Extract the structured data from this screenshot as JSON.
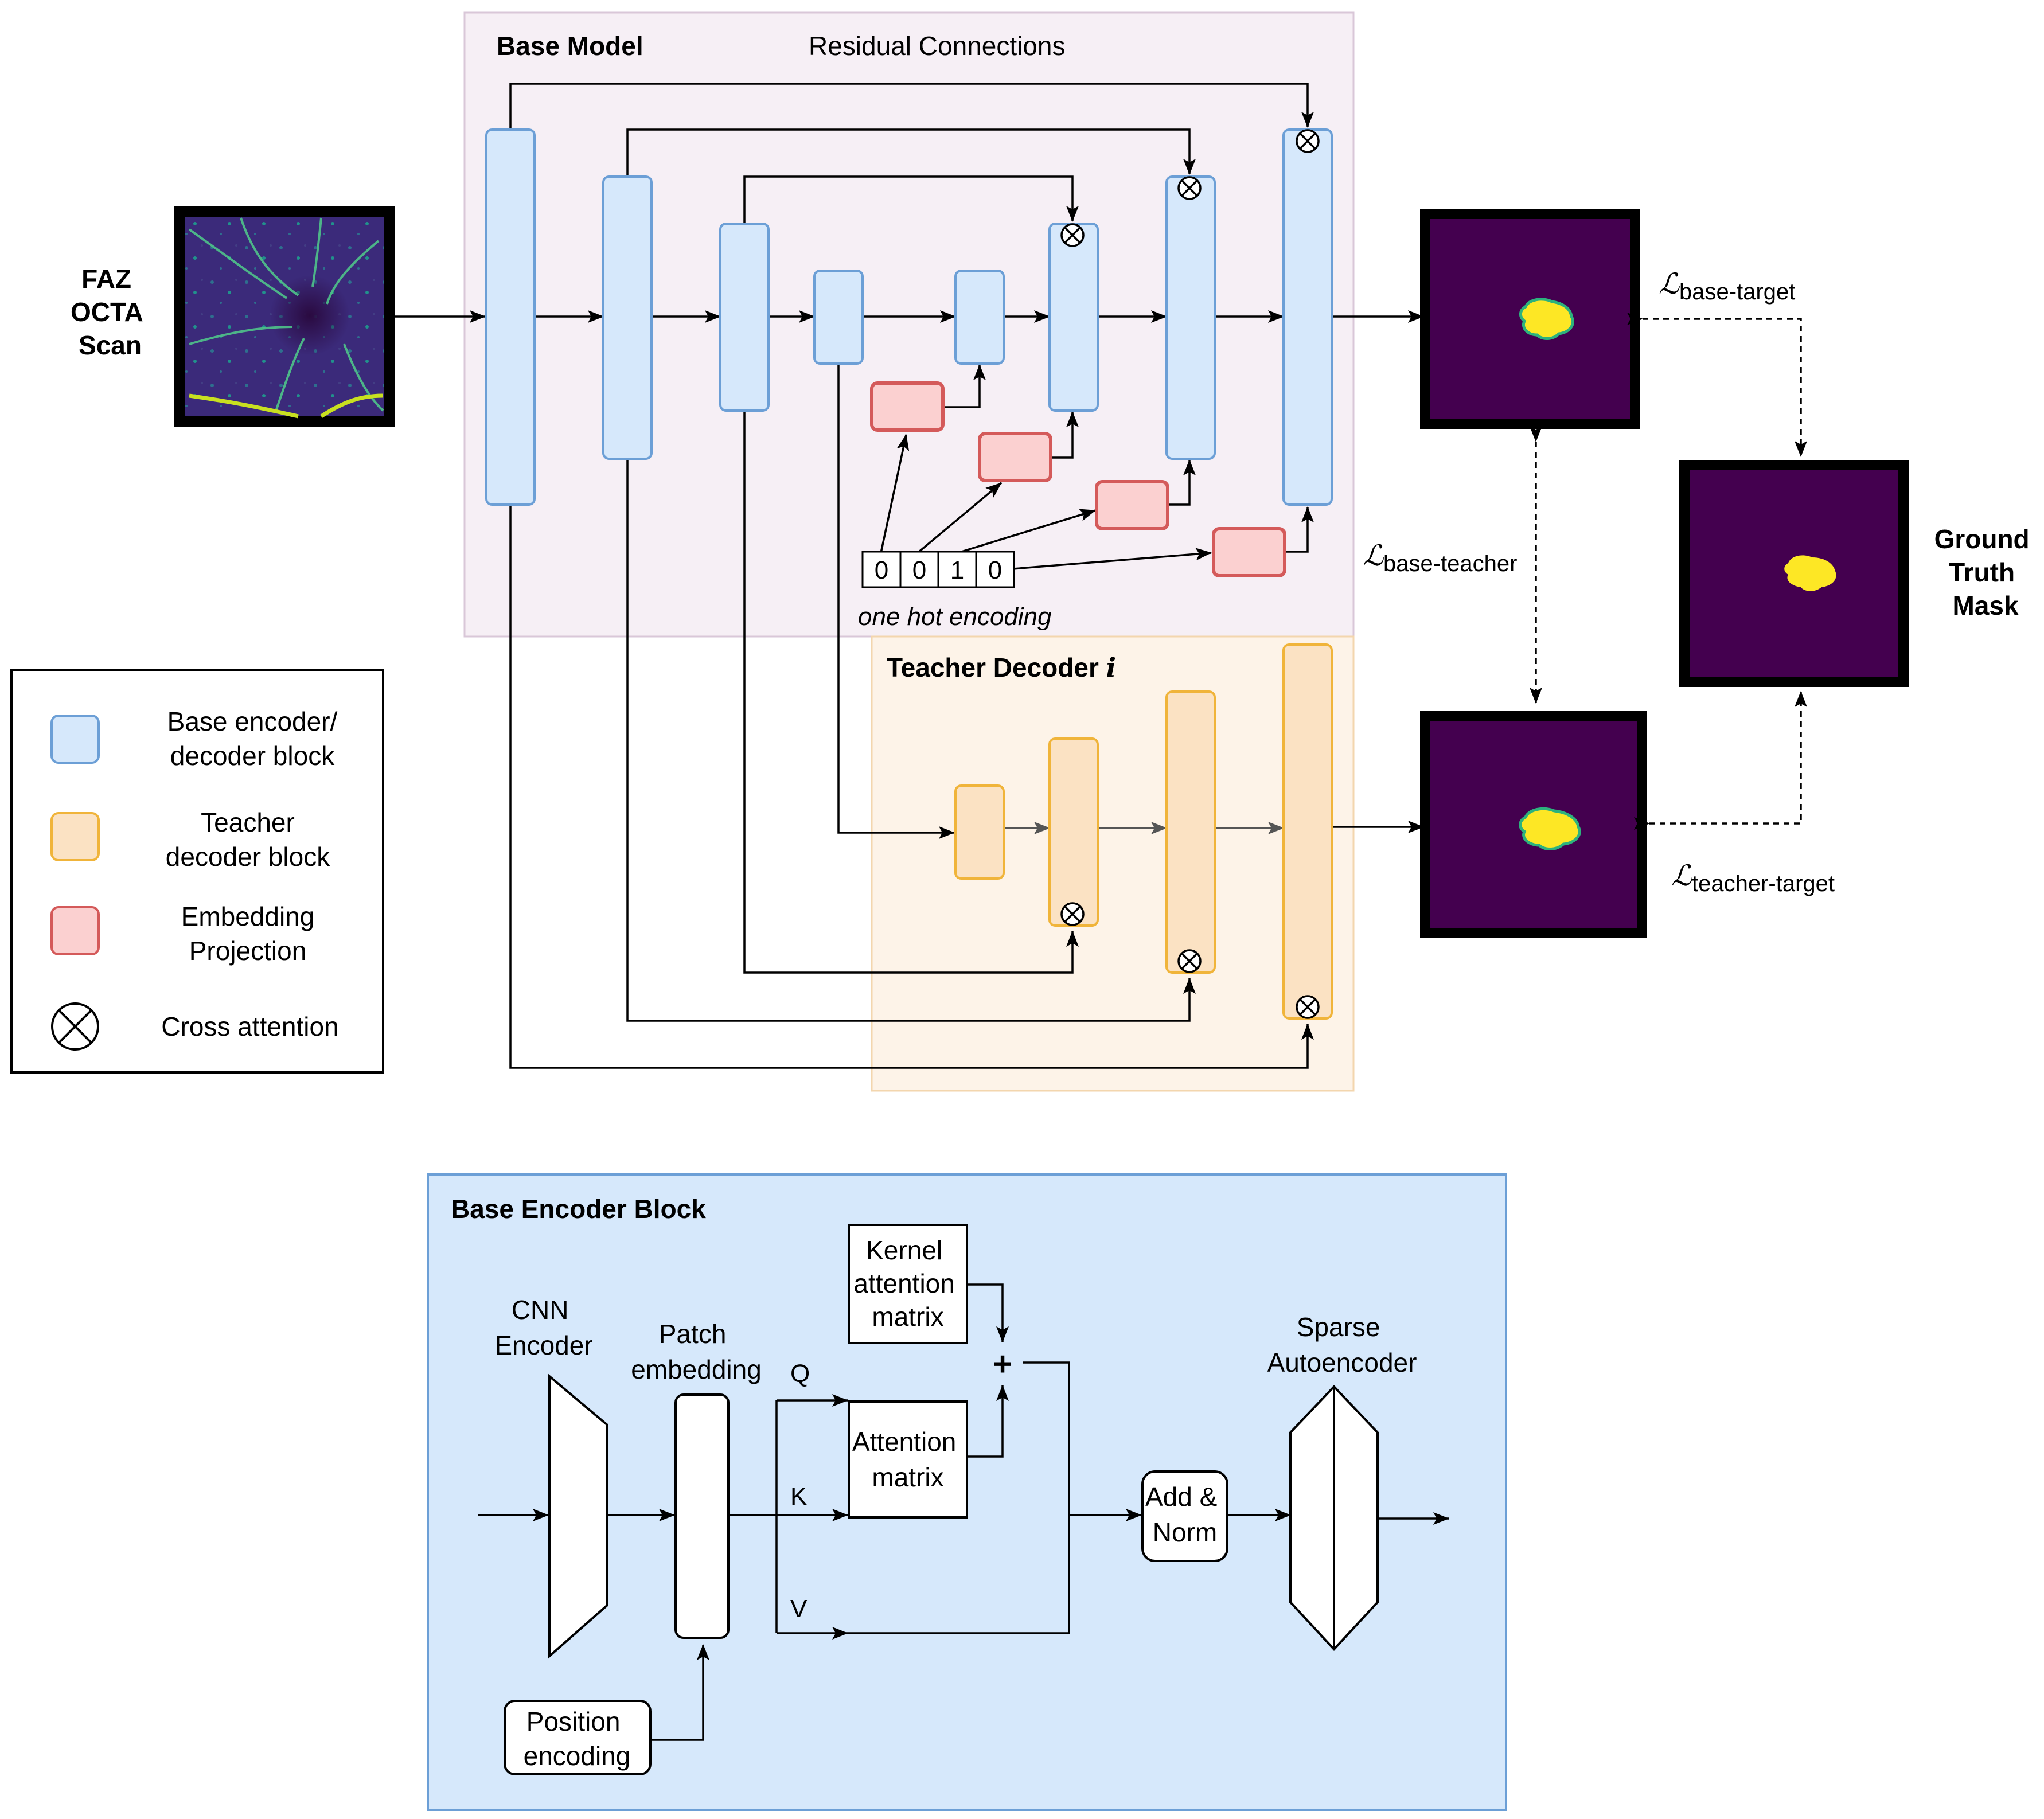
{
  "top": {
    "input_label": [
      "FAZ",
      "OCTA",
      "Scan"
    ],
    "base_model_title": "Base Model",
    "residual_title": "Residual Connections",
    "onehot_digits": [
      "0",
      "0",
      "1",
      "0"
    ],
    "onehot_caption": "one hot encoding",
    "teacher_title": "Teacher Decoder",
    "teacher_index": "i",
    "gt_label": [
      "Ground",
      "Truth",
      "Mask"
    ],
    "loss_base_target": "base-target",
    "loss_base_teacher": "base-teacher",
    "loss_teacher_target": "teacher-target",
    "loss_symbol": "ℒ"
  },
  "legend": {
    "items": [
      {
        "lines": [
          "Base encoder/",
          "decoder block"
        ],
        "color": "#d6e8fb",
        "stroke": "#6c9fd6"
      },
      {
        "lines": [
          "Teacher",
          "decoder block"
        ],
        "color": "#fbe2c3",
        "stroke": "#f0b43a"
      },
      {
        "lines": [
          "Embedding",
          "Projection"
        ],
        "color": "#fbd0d0",
        "stroke": "#d45a5a"
      },
      {
        "lines": [
          "Cross attention"
        ],
        "icon": "cross-attention-icon"
      }
    ]
  },
  "encoder_block": {
    "title": "Base Encoder Block",
    "cnn_label": [
      "CNN",
      "Encoder"
    ],
    "patch_label": [
      "Patch",
      "embedding"
    ],
    "position_label": [
      "Position",
      "encoding"
    ],
    "q": "Q",
    "k": "K",
    "v": "V",
    "kernel_label": [
      "Kernel",
      "attention",
      "matrix"
    ],
    "attention_label": [
      "Attention",
      "matrix"
    ],
    "add_norm_label": [
      "Add &",
      "Norm"
    ],
    "sparse_label": [
      "Sparse",
      "Autoencoder"
    ],
    "plus": "+"
  },
  "colors": {
    "base_fill": "#d6e8fb",
    "base_stroke": "#6c9fd6",
    "teacher_fill": "#fbe2c3",
    "teacher_stroke": "#f0b43a",
    "embed_fill": "#fbd0d0",
    "embed_stroke": "#d45a5a",
    "mask_bg": "#44004f",
    "mask_fg": "#fde725"
  }
}
